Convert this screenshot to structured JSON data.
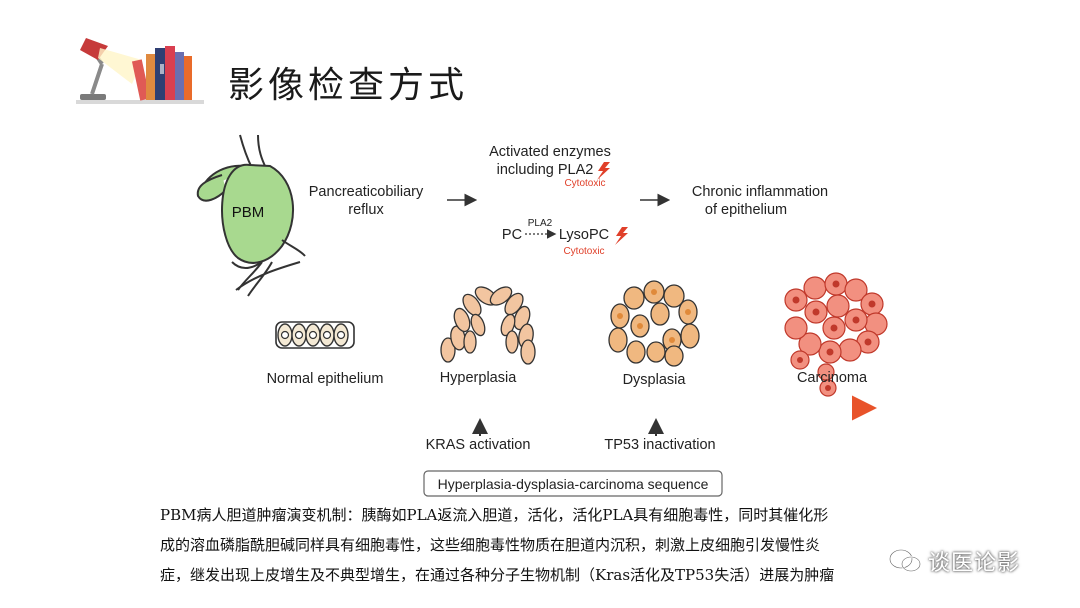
{
  "header": {
    "title": "影像检查方式"
  },
  "diagram": {
    "pbm_label": "PBM",
    "reflux": [
      "Pancreaticobiliary",
      "reflux"
    ],
    "enzymes": [
      "Activated enzymes",
      "including PLA2"
    ],
    "cytotoxic_label": "Cytotoxic",
    "pc_label": "PC",
    "pla2_label": "PLA2",
    "lysopc_label": "LysoPC",
    "inflammation": [
      "Chronic inflammation",
      "of epithelium"
    ],
    "stages": [
      "Normal epithelium",
      "Hyperplasia",
      "Dysplasia",
      "Carcinoma"
    ],
    "kras": "KRAS activation",
    "tp53": "TP53 inactivation",
    "sequence": "Hyperplasia-dysplasia-carcinoma sequence"
  },
  "caption": {
    "lines": [
      "PBM病人胆道肿瘤演变机制：胰酶如PLA返流入胆道，活化，活化PLA具有细胞毒性，同时其催化形",
      "成的溶血磷脂酰胆碱同样具有细胞毒性，这些细胞毒性物质在胆道内沉积，刺激上皮细胞引发慢性炎",
      "症，继发出现上皮增生及不典型增生，在通过各种分子生物机制（Kras活化及TP53失活）进展为肿瘤"
    ]
  },
  "watermark": {
    "text": "谈医论影"
  },
  "colors": {
    "pbm_fill": "#a8d98f",
    "cytotoxic": "#e0402a",
    "cell_normal": "#f4e9d4",
    "cell_hyper": "#f2c5a0",
    "cell_dysplasia": "#f0b880",
    "cell_carcinoma": "#f08070",
    "arrow_gradient_end": "#e8532a"
  },
  "icons": {
    "logo": "desk-lamp-books-icon",
    "watermark": "wechat-icon"
  }
}
